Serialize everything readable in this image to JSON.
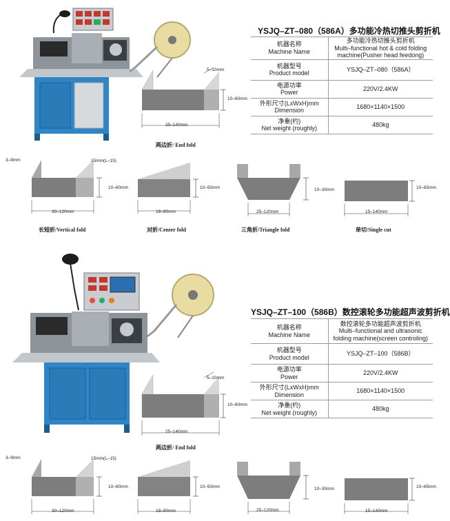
{
  "section1": {
    "title": "YSJQ–ZT–080（586A）多功能冷热切推头剪折机",
    "specs": [
      {
        "label_cn": "机器名称",
        "label_en": "Machine Name",
        "value_lines": [
          "多功能冷热切推头剪折机",
          "Multi–functional hot & cold folding",
          "machine(Pusher head feedong)"
        ]
      },
      {
        "label_cn": "机器型号",
        "label_en": "Product model",
        "value_lines": [
          "YSJQ–ZT–080（586A）"
        ]
      },
      {
        "label_cn": "电源功率",
        "label_en": "Power",
        "value_lines": [
          "220V/2.4KW"
        ]
      },
      {
        "label_cn": "外形尺寸(LxWxH)mm",
        "label_en": "Dimension",
        "value_lines": [
          "1680×1140×1500"
        ]
      },
      {
        "label_cn": "净重(约)",
        "label_en": "Net weight (roughly)",
        "value_lines": [
          "480kg"
        ]
      }
    ],
    "end_fold": {
      "caption": "两边折/ End fold",
      "dim_top": "5–10mm",
      "dim_side": "10–60mm",
      "dim_bottom": "25–140mm"
    },
    "folds": [
      {
        "caption": "长短折/Vertical fold",
        "dims": [
          "3–9mm",
          "15mm(L–15)",
          "10–60mm",
          "30–120mm"
        ]
      },
      {
        "caption": "对折/Center fold",
        "dims": [
          "10–50mm",
          "18–80mm"
        ]
      },
      {
        "caption": "三角折/Triangle fold",
        "dims": [
          "10–30mm",
          "25–120mm"
        ]
      },
      {
        "caption": "单切/Single cut",
        "dims": [
          "10–65mm",
          "15–140mm"
        ]
      }
    ]
  },
  "section2": {
    "title": "YSJQ–ZT–100（586B）数控滚轮多功能超声波剪折机",
    "specs": [
      {
        "label_cn": "机器名称",
        "label_en": "Machine Name",
        "value_lines": [
          "数控滚轮多功能超声波剪折机",
          "Multi–functional and ultrasonic",
          "folding machine(screen controling)"
        ]
      },
      {
        "label_cn": "机器型号",
        "label_en": "Product model",
        "value_lines": [
          "YSJQ–ZT–100（586B）"
        ]
      },
      {
        "label_cn": "电源功率",
        "label_en": "Power",
        "value_lines": [
          "220V/2.4KW"
        ]
      },
      {
        "label_cn": "外形尺寸(LxWxH)mm",
        "label_en": "Dimension",
        "value_lines": [
          "1680×1140×1500"
        ]
      },
      {
        "label_cn": "净重(约)",
        "label_en": "Net weight (roughly)",
        "value_lines": [
          "480kg"
        ]
      }
    ],
    "end_fold": {
      "caption": "两边折/ End fold",
      "dim_top": "5–10mm",
      "dim_side": "10–60mm",
      "dim_bottom": "25–140mm"
    },
    "folds": [
      {
        "caption": "",
        "dims": [
          "3–9mm",
          "15mm(L–15)",
          "10–60mm",
          "30–120mm"
        ]
      },
      {
        "caption": "",
        "dims": [
          "10–50mm",
          "18–80mm"
        ]
      },
      {
        "caption": "",
        "dims": [
          "10–30mm",
          "25–120mm"
        ]
      },
      {
        "caption": "",
        "dims": [
          "10–65mm",
          "15–140mm"
        ]
      }
    ]
  },
  "colors": {
    "machine_blue": "#2e86c9",
    "machine_steel": "#b8bcc0",
    "label_gray": "#7d7d7d",
    "shade_gray": "#a8a8a8"
  }
}
